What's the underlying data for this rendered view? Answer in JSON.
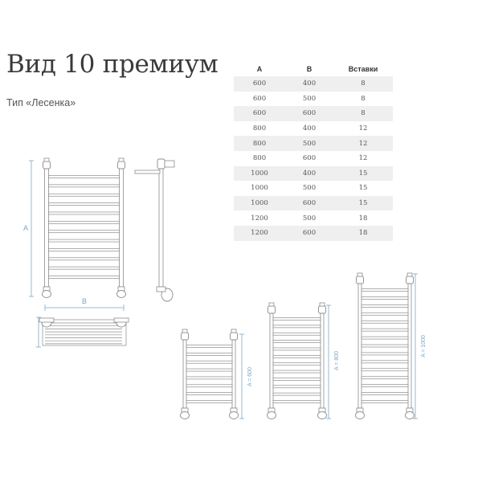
{
  "title": "Вид 10 премиум",
  "subtitle": "Тип «Лесенка»",
  "table": {
    "headers": [
      "А",
      "В",
      "Вставки"
    ],
    "rows": [
      [
        "600",
        "400",
        "8"
      ],
      [
        "600",
        "500",
        "8"
      ],
      [
        "600",
        "600",
        "8"
      ],
      [
        "800",
        "400",
        "12"
      ],
      [
        "800",
        "500",
        "12"
      ],
      [
        "800",
        "600",
        "12"
      ],
      [
        "1000",
        "400",
        "15"
      ],
      [
        "1000",
        "500",
        "15"
      ],
      [
        "1000",
        "600",
        "15"
      ],
      [
        "1200",
        "500",
        "18"
      ],
      [
        "1200",
        "600",
        "18"
      ]
    ]
  },
  "drawing_labels": {
    "dim_a": "A",
    "dim_b": "B",
    "size_600": "A = 600",
    "size_800": "A = 800",
    "size_1000": "A = 1000"
  },
  "colors": {
    "outline": "#8c8c8c",
    "dimension": "#7aa7c7"
  }
}
